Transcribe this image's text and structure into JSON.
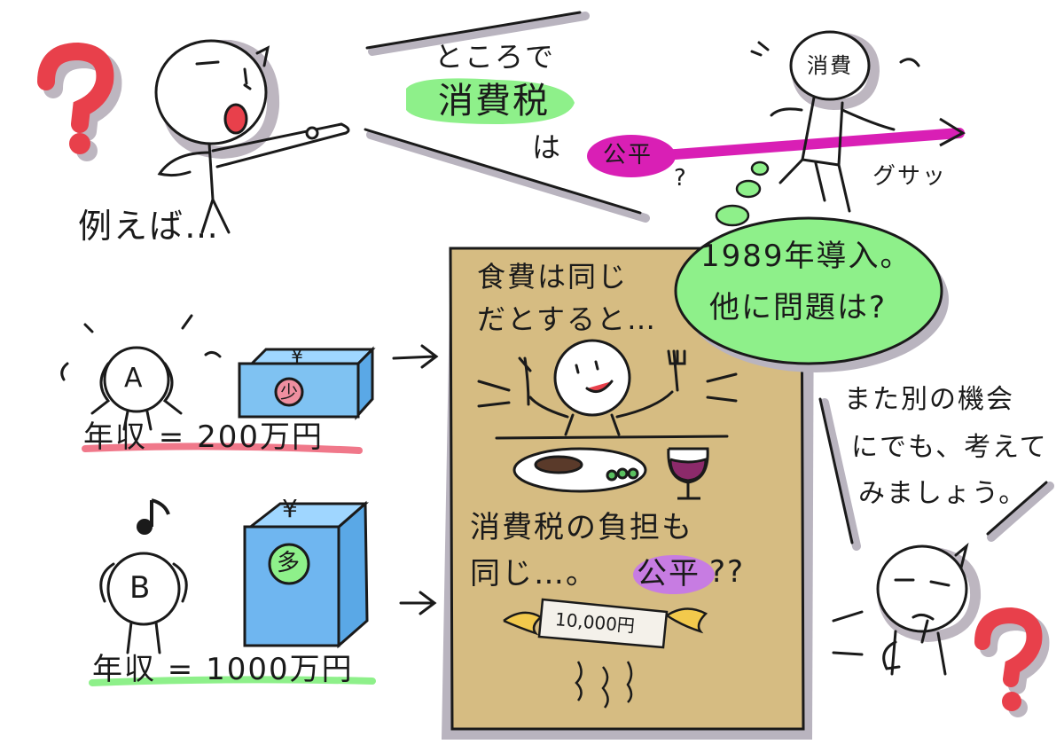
{
  "text": {
    "tatoeba": "例えば…",
    "tokorode": "ところで",
    "shouhizei": "消費税",
    "wa": "は",
    "kouhei_tag": "公平",
    "question_small": "?",
    "gasa": "グサッ",
    "shouhi_head": "消費",
    "cloud_line1": "1989年導入。",
    "cloud_line2": "他に問題は?",
    "board_line1": "食費は同じ",
    "board_line2": "だとすると…",
    "board_line3": "消費税の負担も",
    "board_line4_a": "同じ…。",
    "board_line4_b": "公平",
    "board_line4_c": "??",
    "bill": "10,000円",
    "person_a": "A",
    "person_b": "B",
    "box_small_yen": "¥",
    "box_small_label": "少",
    "box_large_yen": "¥",
    "box_large_label": "多",
    "income_a": "年収 = 200万円",
    "income_b": "年収 = 1000万円",
    "closing_line1": "また別の機会",
    "closing_line2": "にでも、考えて",
    "closing_line3": "みましょう。",
    "big_question": "?",
    "arrow": "→"
  },
  "colors": {
    "question_red": "#e8404b",
    "green_highlight": "#8ef08a",
    "magenta": "#d91fb5",
    "board_tan": "#d6bc82",
    "box_blue": "#6fb6f0",
    "pink_underline": "#f0788a",
    "shadow_gray": "#b9b4bf"
  }
}
